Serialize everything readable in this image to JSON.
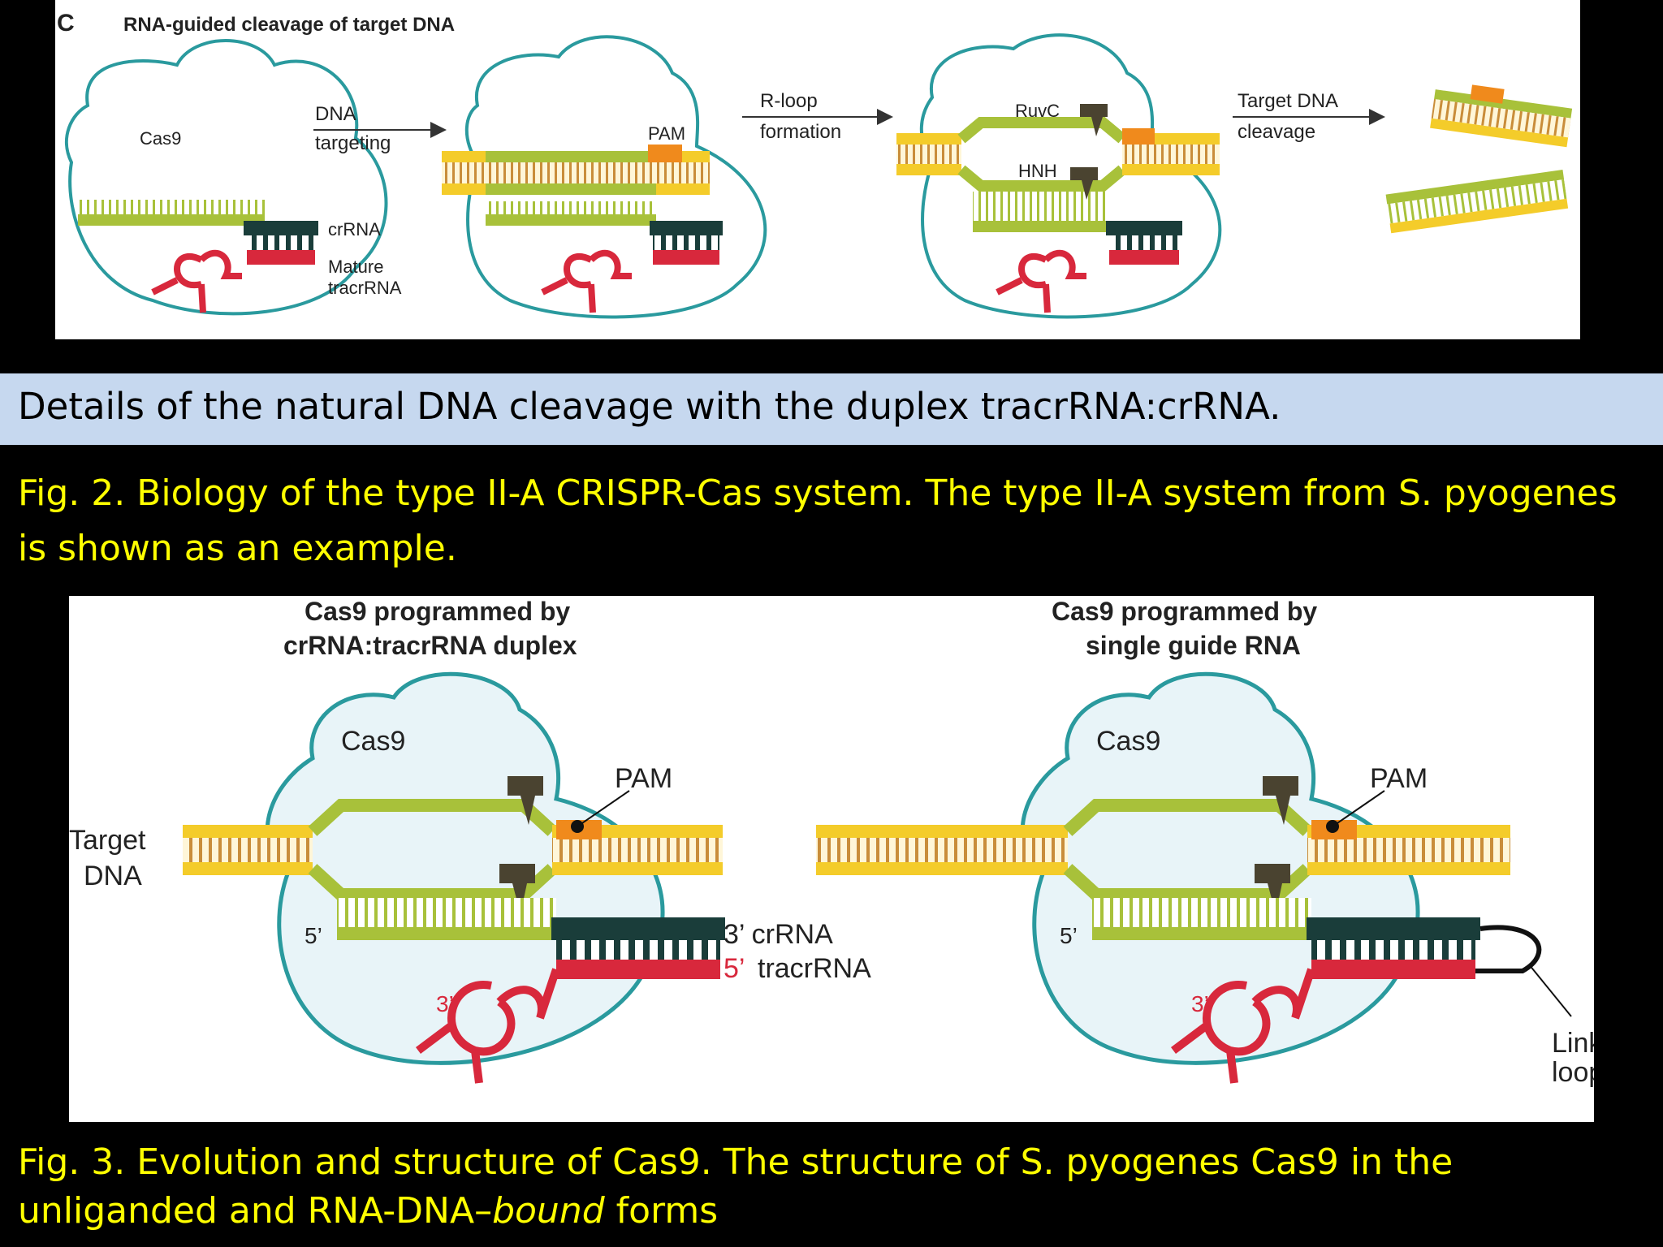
{
  "top_panel": {
    "letter": "C",
    "title": "RNA-guided cleavage of target DNA",
    "cas9": "Cas9",
    "step1": [
      "DNA",
      "targeting"
    ],
    "step2": [
      "R-loop",
      "formation"
    ],
    "step3": [
      "Target DNA",
      "cleavage"
    ],
    "crrna": "crRNA",
    "tracrrna": [
      "Mature",
      "tracrRNA"
    ],
    "pam": "PAM",
    "ruvc": "RuvC",
    "hnh": "HNH"
  },
  "banner": {
    "text": "Details of the natural DNA cleavage with the duplex tracrRNA:crRNA."
  },
  "fig2_caption": "Fig. 2. Biology of the type II-A CRISPR-Cas system. The type II-A system from S. pyogenes is shown as an example.",
  "bottom_panel": {
    "left_title": [
      "Cas9 programmed by",
      "crRNA:tracrRNA duplex"
    ],
    "right_title": [
      "Cas9 programmed by",
      "single guide RNA"
    ],
    "cas9": "Cas9",
    "pam": "PAM",
    "target_dna": [
      "Target",
      "DNA"
    ],
    "five_prime": "5’",
    "three_prime": "3’",
    "crrna_label": "3’ crRNA",
    "tracr_prime": "5’",
    "tracr_label": "tracrRNA",
    "linker": [
      "Linker",
      "loop"
    ]
  },
  "fig3_caption": {
    "part1": "Fig. 3. Evolution and structure of Cas9. The structure of S. pyogenes Cas9 in the unliganded and RNA-DNA–",
    "italic": "bound",
    "part2": " forms"
  },
  "colors": {
    "dna_yellow": "#f4cc2a",
    "rna_green": "#a8c13a",
    "crrna_dark": "#1a3d3a",
    "tracr_red": "#d8283c",
    "pam_orange": "#f08a1c",
    "nuclease": "#4a4330",
    "cas9_outline": "#2a9a9e",
    "cas9_fill": "#e8f4f8",
    "caption_yellow": "#ffff00",
    "banner_blue": "#c6d8ef"
  }
}
